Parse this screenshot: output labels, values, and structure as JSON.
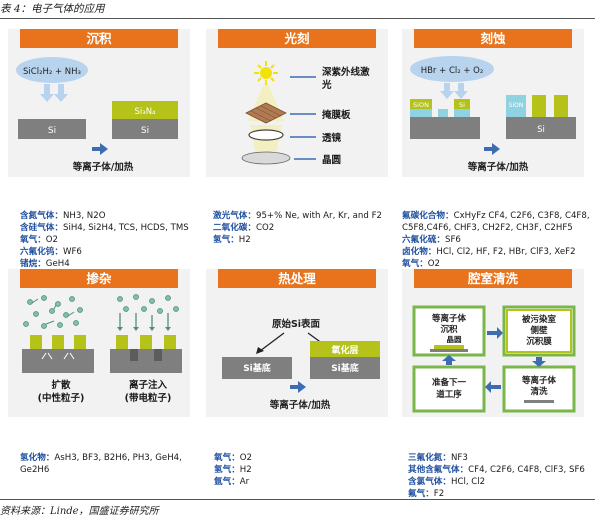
{
  "caption": "表 4：电子气体的应用",
  "source": "资料来源：Linde，国盛证券研究所",
  "panels": {
    "deposition": {
      "title": "沉积",
      "cloud": "SiCl₂H₂ + NH₃",
      "si_left": "Si",
      "si_right": "Si",
      "film": "Si₃N₄",
      "process": "等离子体/加热"
    },
    "lithography": {
      "title": "光刻",
      "euv": "深紫外线激光",
      "mask": "掩膜板",
      "lens": "透镜",
      "wafer": "晶圆"
    },
    "etching": {
      "title": "刻蚀",
      "cloud": "HBr + Cl₂ + O₂",
      "mask1": "SiON",
      "mask2": "SiON",
      "si1": "Si",
      "si2": "Si",
      "process": "等离子体/加热"
    },
    "doping": {
      "title": "掺杂",
      "diffusion": "扩散",
      "diffusion_sub": "(中性粒子)",
      "implant": "离子注入",
      "implant_sub": "(带电粒子)"
    },
    "heat": {
      "title": "热处理",
      "surface": "原始Si表面",
      "substrate_left": "Si基底",
      "oxide": "氧化层",
      "substrate_right": "Si基底",
      "process": "等离子体/加热"
    },
    "clean": {
      "title": "腔室清洗",
      "step1a": "等离子体",
      "step1b": "沉积",
      "wafer": "晶圆",
      "step2a": "被污染室",
      "step2b": "侧壁",
      "step2c": "沉积膜",
      "step3a": "等离子体",
      "step3b": "清洗",
      "step4a": "准备下一",
      "step4b": "道工序"
    }
  },
  "lists": {
    "deposition": [
      {
        "k": "含氮气体：",
        "v": "NH3, N2O"
      },
      {
        "k": "含硅气体：",
        "v": "SiH4, Si2H4, TCS, HCDS, TMS"
      },
      {
        "k": "氧气：",
        "v": "O2"
      },
      {
        "k": "六氟化钨：",
        "v": "WF6"
      },
      {
        "k": "锗烷：",
        "v": "GeH4"
      }
    ],
    "lithography": [
      {
        "k": "激光气体：",
        "v": "95+% Ne, with Ar, Kr, and F2"
      },
      {
        "k": "二氧化碳：",
        "v": "CO2"
      },
      {
        "k": "氢气：",
        "v": "H2"
      }
    ],
    "etching": [
      {
        "k": "氟碳化合物：",
        "v": "CxHyFz CF4, C2F6, C3F8, C4F8,"
      },
      {
        "k": "",
        "v": "C5F8,C4F6, CHF3, CH2F2, CH3F, C2HF5"
      },
      {
        "k": "六氟化硫：",
        "v": "SF6"
      },
      {
        "k": "卤化物：",
        "v": "HCl, Cl2, HF, F2, HBr, ClF3, XeF2"
      },
      {
        "k": "氧气：",
        "v": "O2"
      }
    ],
    "doping": [
      {
        "k": "氢化物：",
        "v": "AsH3, BF3, B2H6, PH3, GeH4,"
      },
      {
        "k": "",
        "v": "Ge2H6"
      }
    ],
    "heat": [
      {
        "k": "氧气：",
        "v": "O2"
      },
      {
        "k": "氢气：",
        "v": "H2"
      },
      {
        "k": "氩气：",
        "v": "Ar"
      }
    ],
    "clean": [
      {
        "k": "三氟化氮：",
        "v": "NF3"
      },
      {
        "k": "其他含氟气体：",
        "v": "CF4, C2F6, C4F8, ClF3, SF6"
      },
      {
        "k": "含氯气体：",
        "v": "HCl, Cl2"
      },
      {
        "k": "氟气：",
        "v": "F2"
      }
    ]
  },
  "colors": {
    "title_bar": "#e8731c",
    "panel_bg": "#f2f2f2",
    "si_gray": "#7f7f7f",
    "film_yellow": "#b5c21a",
    "arrow_blue": "#3d6cb3",
    "cloud_blue": "#b8d3ee",
    "green_frame": "#7ab648",
    "list_key": "#1f4fa0"
  }
}
